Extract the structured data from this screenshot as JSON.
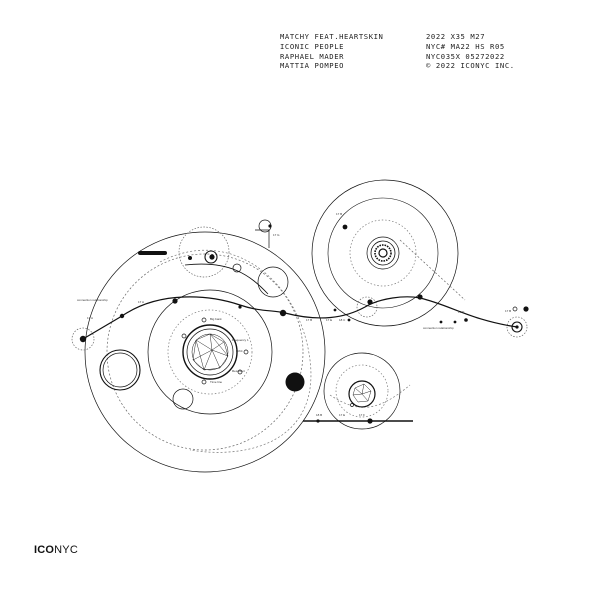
{
  "credits_left": [
    "MATCHY FEAT.HEARTSKIN",
    "ICONIC PEOPLE",
    "RAPHAEL MADER",
    "MATTIA POMPEO"
  ],
  "credits_right": [
    "2022 X35 M27",
    "NYC# MA22 HS R05",
    "NYC035X 05272022",
    "© 2022 ICONYC INC."
  ],
  "logo": {
    "bold": "ICO",
    "regular": "NYC"
  },
  "diagram_labels": {
    "left_a": "connection relationship",
    "right_a": "connection relationship",
    "ring_1": "Big bank",
    "ring_2": "Frequency 1",
    "ring_3": "Orbit",
    "ring_4": "Resonant",
    "ring_5": "Time line",
    "small": [
      "17 A",
      "17 B",
      "17 E",
      "18 C",
      "17 B",
      "17 G",
      "17 D",
      "17 B",
      "18 B",
      "17 E",
      "17 F",
      "17 A"
    ]
  },
  "colors": {
    "ink": "#111111",
    "dash": "#555555",
    "background": "#ffffff"
  }
}
